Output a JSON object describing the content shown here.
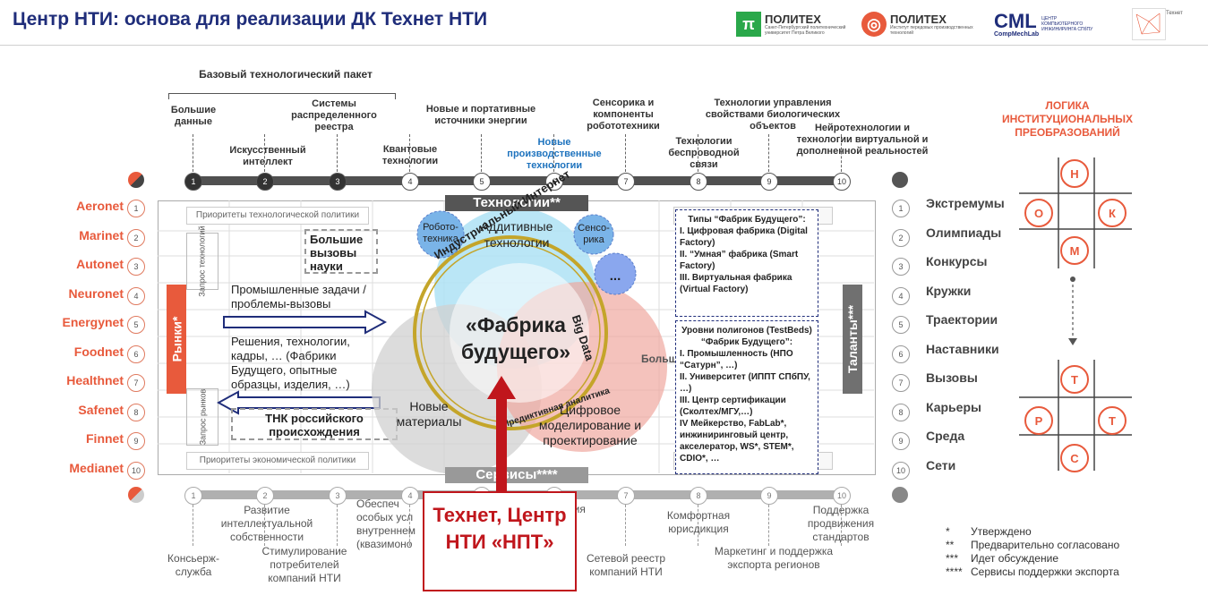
{
  "header": {
    "title": "Центр НТИ: основа для реализации ДК Технет НТИ",
    "logo1_main": "ПОЛИТЕХ",
    "logo1_sub": "Санкт-Петербургский политехнический университет Петра Великого",
    "logo2_main": "ПОЛИТЕХ",
    "logo2_sub": "Институт передовых производственных технологий",
    "logo3_main": "CML",
    "logo3_sub": "ЦЕНТР КОМПЬЮТЕРНОГО ИНЖИНИРИНГА СПбПУ",
    "logo3_tag": "CompMechLab",
    "logo4_main": "Технет"
  },
  "base_package": "Базовый технологический пакет",
  "tech": {
    "t1": "Большие данные",
    "t2": "Искусственный интеллект",
    "t3": "Системы распределенного реестра",
    "t4": "Квантовые технологии",
    "t5": "Новые и портативные источники энергии",
    "t6": "Новые производственные технологии",
    "t7": "Сенсорика и компоненты робототехники",
    "t8": "Технологии беспроводной связи",
    "t9": "Технологии управления свойствами биологических объектов",
    "t10": "Нейротехнологии и технологии виртуальной и дополненной реальностей"
  },
  "numbers": [
    "1",
    "2",
    "3",
    "4",
    "5",
    "6",
    "7",
    "8",
    "9",
    "10"
  ],
  "markets": [
    "Aeronet",
    "Marinet",
    "Autonet",
    "Neuronet",
    "Energynet",
    "Foodnet",
    "Healthnet",
    "Safenet",
    "Finnet",
    "Medianet"
  ],
  "vertical": {
    "markets": "Рынки*",
    "talents": "Таланты***",
    "tech_request": "Запрос технологий",
    "market_request": "Запрос рынков"
  },
  "grid": {
    "prio_tech": "Приоритеты технологической политики",
    "prio_econ": "Приоритеты экономической политики",
    "big_challenges": "Большие вызовы науки",
    "industrial": "Промышленные задачи / проблемы-вызовы",
    "solutions": "Решения, технологии, кадры, … (Фабрики Будущего, опытные образцы, изделия, …)",
    "tnk": "ТНК российского происхождения",
    "big_proj": "Большие проекты"
  },
  "center": {
    "tech_banner": "Технологии**",
    "services_banner": "Сервисы****",
    "additive": "Аддитивные технологии",
    "robotics": "Робото-техника",
    "sensors": "Сенсо-рика",
    "dots": "...",
    "factory": "«Фабрика будущего»",
    "industrial_internet": "Индустриальный Интернет",
    "big_data": "Big Data",
    "predictive": "Предиктивная аналитика",
    "new_materials": "Новые материалы",
    "digital_modeling": "Цифровое моделирование и проектирование"
  },
  "factory_types": {
    "title": "Типы “Фабрик Будущего”:",
    "items": [
      "I. Цифровая фабрика (Digital Factory)",
      "II. “Умная” фабрика (Smart Factory)",
      "III. Виртуальная фабрика (Virtual Factory)"
    ]
  },
  "testbeds": {
    "title": "Уровни полигонов (TestBeds) “Фабрик Будущего”:",
    "items": [
      "I. Промышленность (НПО “Сатурн”, …)",
      "II. Университет (ИППТ СПбПУ, …)",
      "III. Центр сертификации (Сколтех/МГУ,…)",
      "IV Мейкерство, FabLab*, инжиниринговый центр, акселератор, WS*, STEM*, CDIO*, …"
    ]
  },
  "services": {
    "s1": "Консьерж-служба",
    "s2": "Развитие интеллектуальной собственности",
    "s3": "Стимулирование потребителей компаний НТИ",
    "s4": "Обеспеч особых усл внутреннем (квазимоно",
    "s5": "ния",
    "s7a": "Сетевой реестр компаний НТИ",
    "s7b": "Комфортная юрисдикция",
    "s9": "Маркетинг и поддержка экспорта регионов",
    "s10": "Поддержка продвижения стандартов"
  },
  "technet_box": "Технет, Центр НТИ «НПТ»",
  "logic": {
    "title": "ЛОГИКА ИНСТИТУЦИОНАЛЬНЫХ ПРЕОБРАЗОВАНИЙ",
    "items": [
      "Экстремумы",
      "Олимпиады",
      "Конкурсы",
      "Кружки",
      "Траектории",
      "Наставники",
      "Вызовы",
      "Карьеры",
      "Среда",
      "Сети"
    ],
    "top_letters": [
      "Н",
      "О",
      "К",
      "М"
    ],
    "bottom_letters": [
      "Т",
      "Р",
      "Т",
      "С"
    ]
  },
  "legend": [
    {
      "mark": "*",
      "text": "Утверждено"
    },
    {
      "mark": "**",
      "text": "Предварительно согласовано"
    },
    {
      "mark": "***",
      "text": "Идет обсуждение"
    },
    {
      "mark": "****",
      "text": "Сервисы поддержки экспорта"
    }
  ],
  "colors": {
    "accent": "#e85a3c",
    "title": "#1f2d7a",
    "dark_red": "#c0161c"
  }
}
